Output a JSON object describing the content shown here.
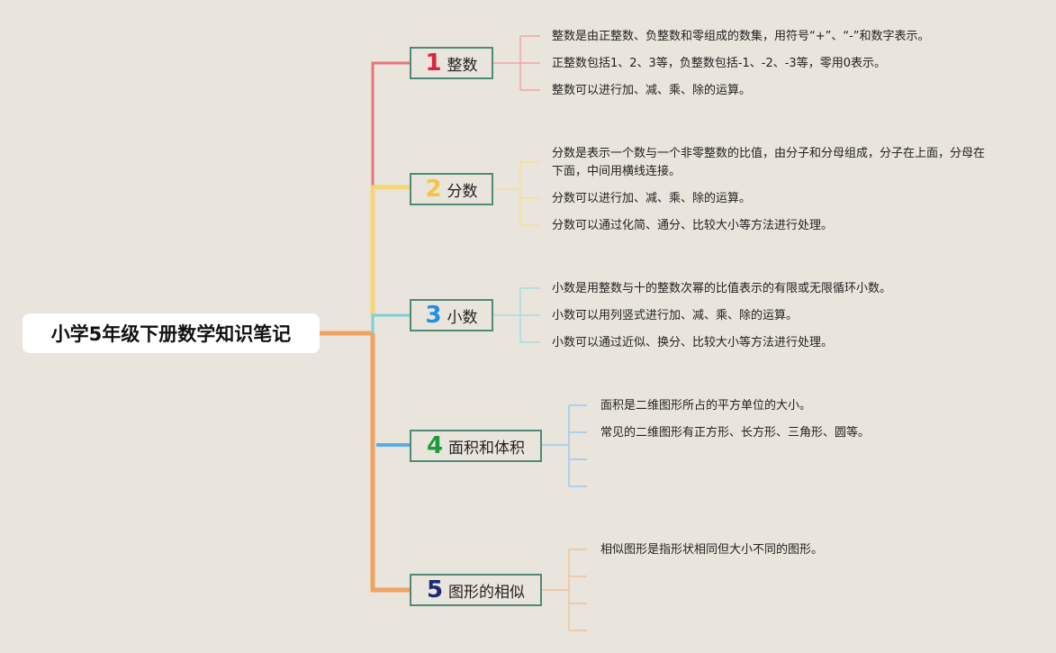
{
  "title": "小学5年级下册数学知识笔记",
  "colors": {
    "background": "#e9e5dc",
    "branch_border": "#4e8a78",
    "line1": "#e8747c",
    "line2": "#f7d679",
    "line3": "#7fd0d6",
    "line4": "#5aaee6",
    "line5": "#f0a35e"
  },
  "branches": [
    {
      "num": "1",
      "num_color": "#d8263c",
      "label": "整数",
      "items": [
        "整数是由正整数、负整数和零组成的数集，用符号“+”、“-”和数字表示。",
        "正整数包括1、2、3等，负整数包括-1、-2、-3等，零用0表示。",
        "整数可以进行加、减、乘、除的运算。"
      ]
    },
    {
      "num": "2",
      "num_color": "#f2c73f",
      "label": "分数",
      "items": [
        "分数是表示一个数与一个非零整数的比值，由分子和分母组成，分子在上面，分母在下面，中间用横线连接。",
        "分数可以进行加、减、乘、除的运算。",
        "分数可以通过化简、通分、比较大小等方法进行处理。"
      ]
    },
    {
      "num": "3",
      "num_color": "#1f8fe0",
      "label": "小数",
      "items": [
        "小数是用整数与十的整数次幂的比值表示的有限或无限循环小数。",
        "小数可以用列竖式进行加、减、乘、除的运算。",
        "小数可以通过近似、换分、比较大小等方法进行处理。"
      ]
    },
    {
      "num": "4",
      "num_color": "#1e9a3c",
      "label": "面积和体积",
      "items": [
        "面积是二维图形所占的平方单位的大小。",
        "常见的二维图形有正方形、长方形、三角形、圆等。"
      ]
    },
    {
      "num": "5",
      "num_color": "#1c2a78",
      "label": "图形的相似",
      "items": [
        "相似图形是指形状相同但大小不同的图形。"
      ]
    }
  ]
}
